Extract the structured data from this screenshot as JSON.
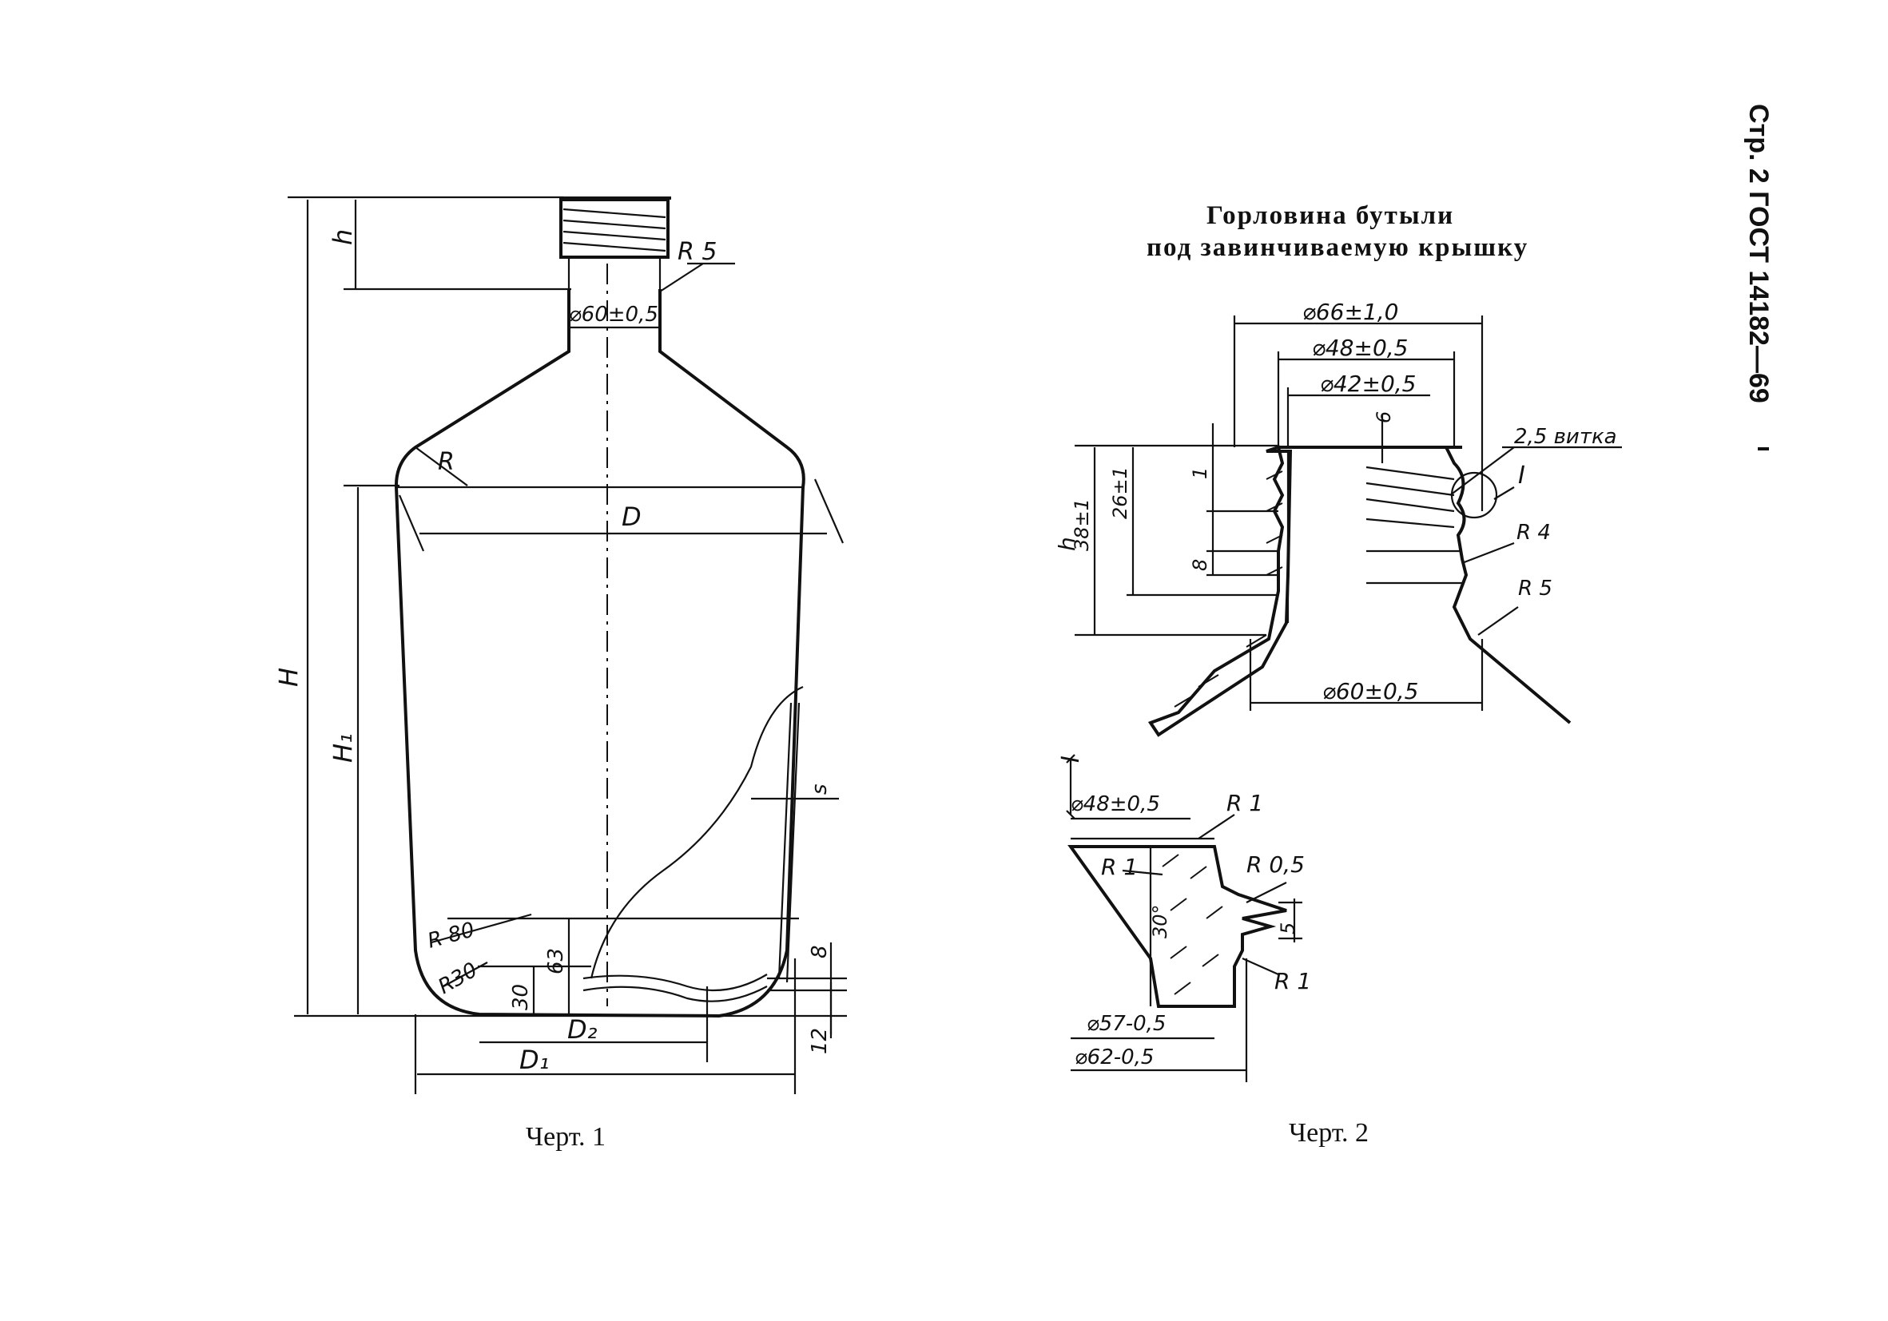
{
  "header": {
    "page_label": "Стр. 2 ГОСТ 14182—69"
  },
  "figure1": {
    "caption": "Черт. 1",
    "labels": {
      "h": "h",
      "H": "H",
      "H1": "H₁",
      "D": "D",
      "D1": "D₁",
      "D2": "D₂",
      "R": "R",
      "R5": "R 5",
      "neck_dia": "⌀60±0,5",
      "R80": "R 80",
      "R30": "R30",
      "dim30": "30",
      "dim63": "63",
      "dim8": "8",
      "dim12": "12",
      "s": "s"
    }
  },
  "figure2": {
    "title_line1": "Горловина бутыли",
    "title_line2": "под завинчиваемую крышку",
    "caption": "Черт. 2",
    "labels": {
      "d66": "⌀66±1,0",
      "d48": "⌀48±0,5",
      "d42": "⌀42±0,5",
      "d60": "⌀60±0,5",
      "dim6": "6",
      "dim1": "1",
      "dim8": "8",
      "dim26": "26±1",
      "dim38": "38±1",
      "h": "h",
      "turns": "2,5 витка",
      "I": "I",
      "R4": "R 4",
      "R5": "R 5"
    }
  },
  "detail": {
    "label": "I",
    "labels": {
      "d48": "⌀48±0,5",
      "R1_top": "R 1",
      "R1_left": "R 1",
      "R05": "R 0,5",
      "angle30": "30°",
      "dim5": "5",
      "R1_bottom": "R 1",
      "d57": "⌀57-0,5",
      "d62": "⌀62-0,5"
    }
  }
}
